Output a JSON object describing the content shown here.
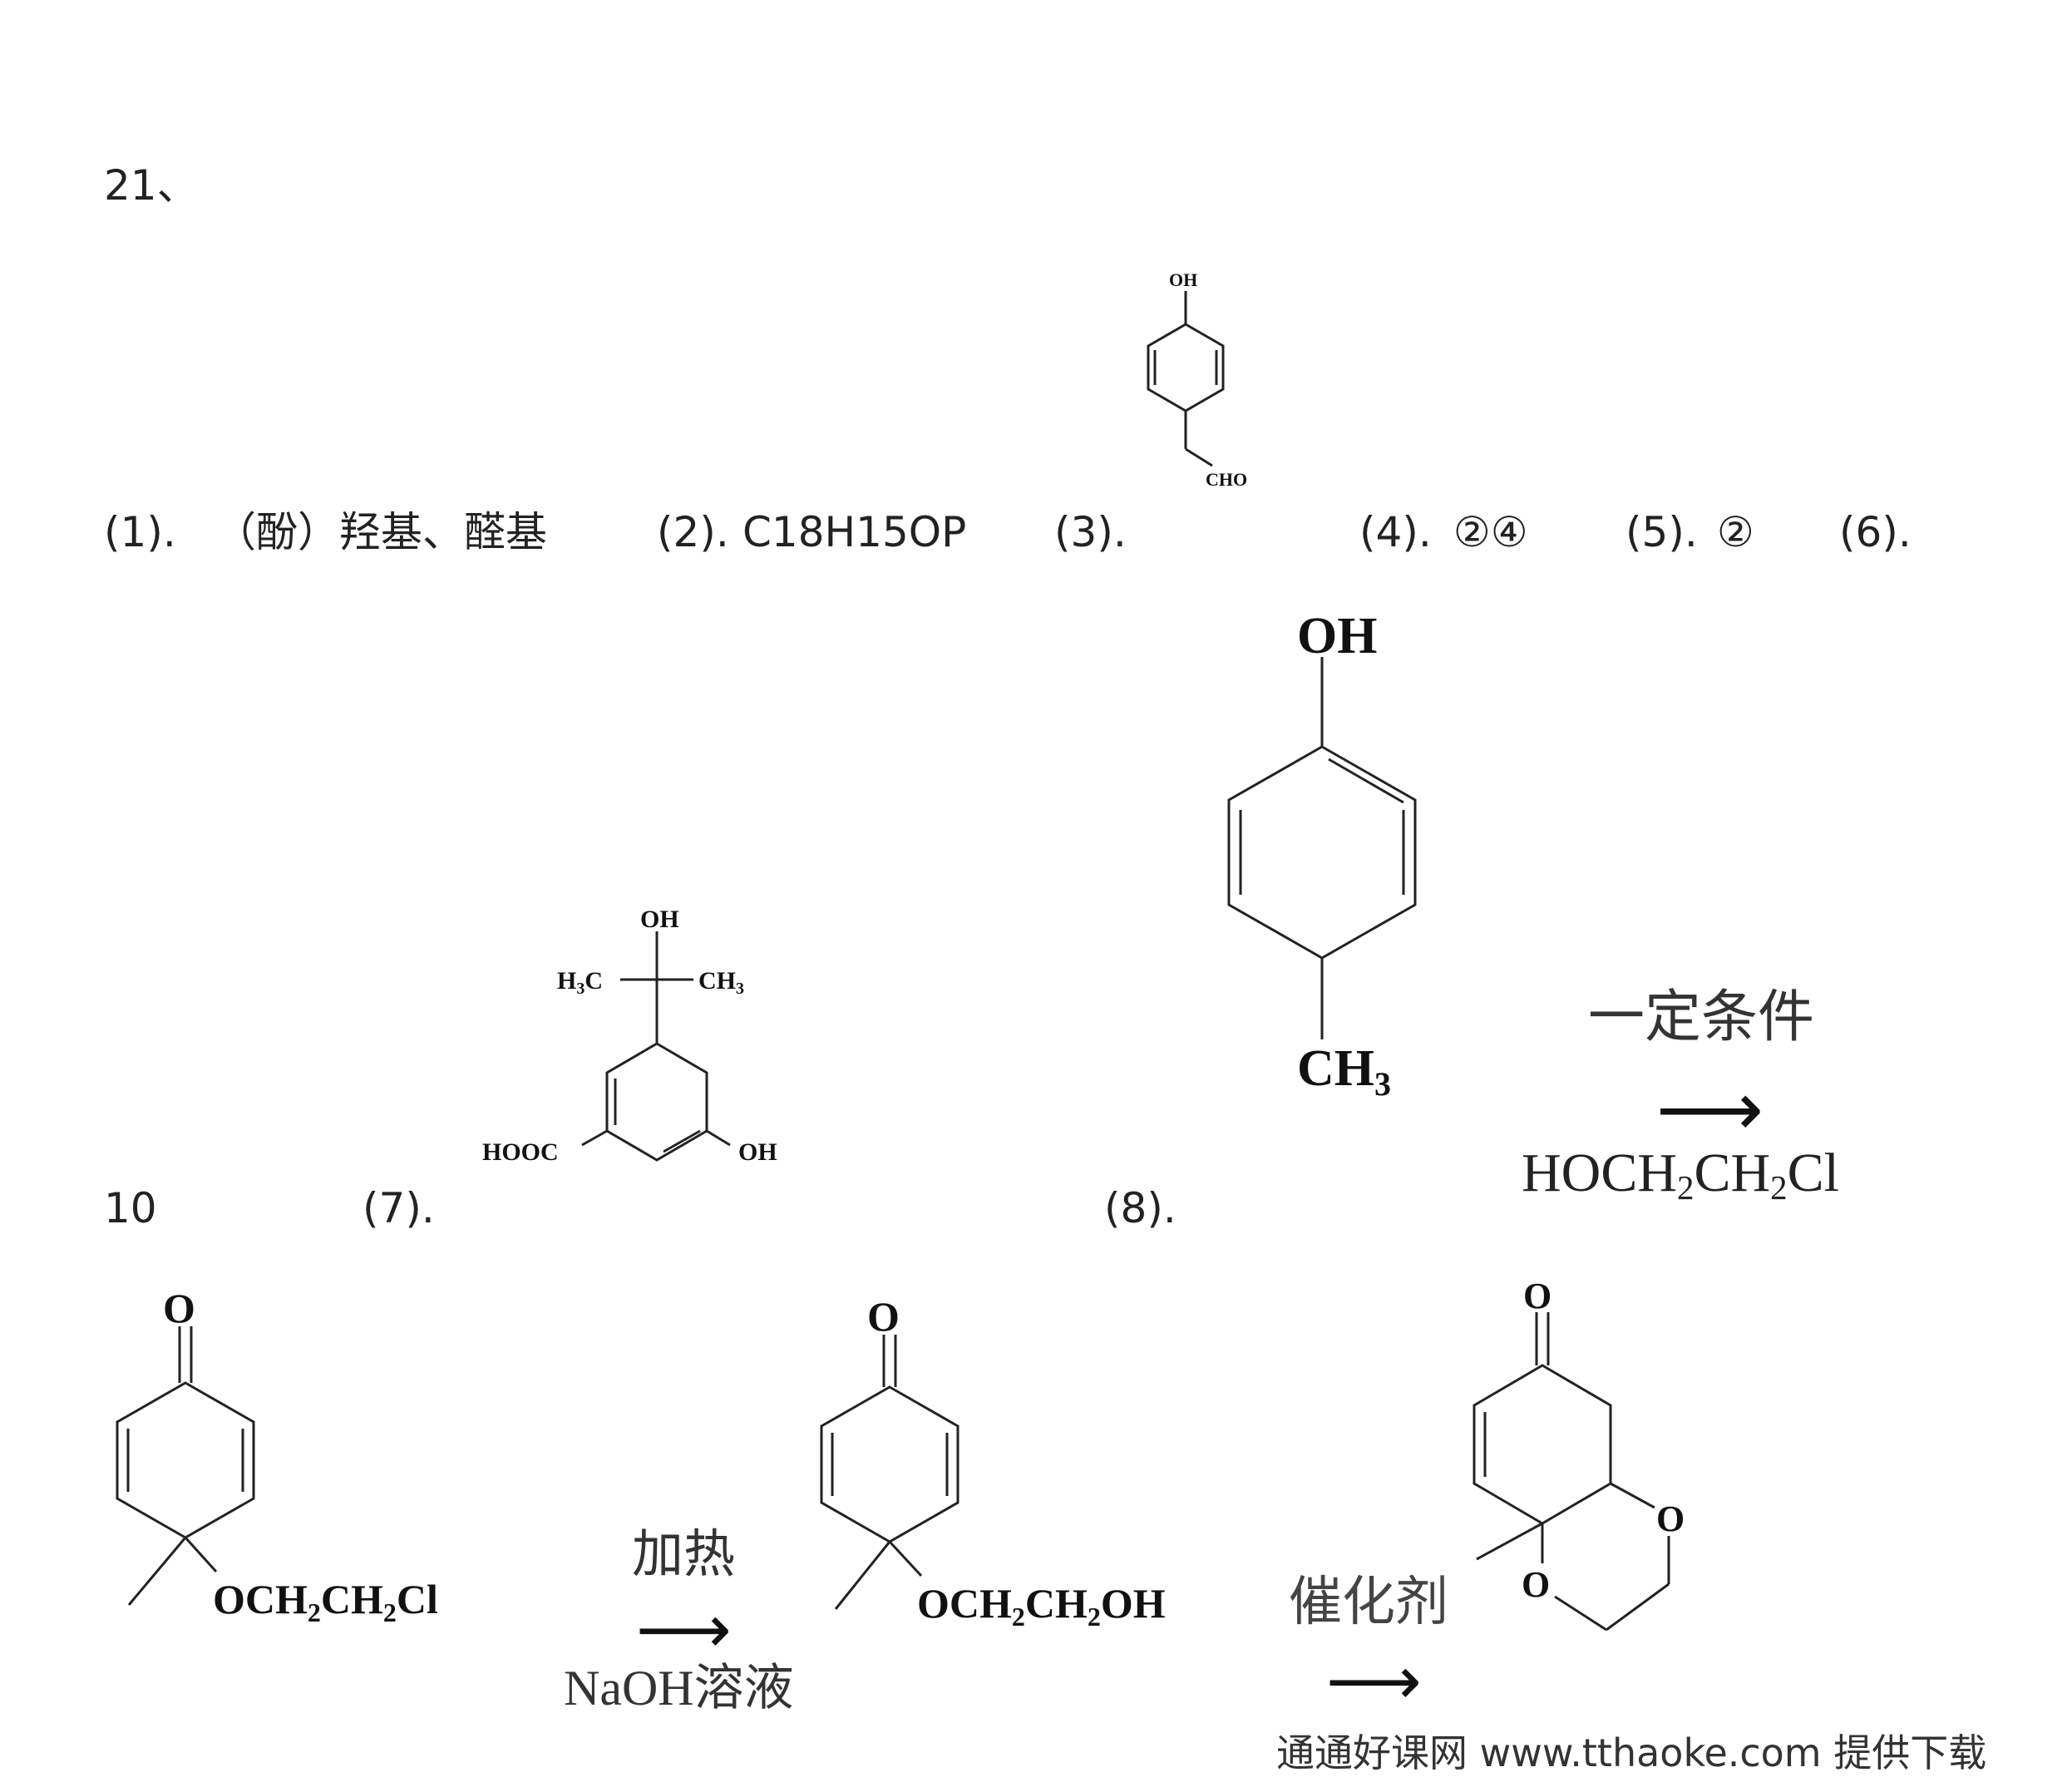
{
  "question_number": "21、",
  "answers": {
    "a1": {
      "num": "(1).",
      "text": "（酚）羟基、醛基"
    },
    "a2": {
      "num": "(2).",
      "text": "C18H15OP"
    },
    "a3": {
      "num": "(3).",
      "structure_labels": {
        "top": "OH",
        "bottom": "CHO"
      }
    },
    "a4": {
      "num": "(4).",
      "text": "②④"
    },
    "a5": {
      "num": "(5).",
      "text": "②"
    },
    "a6": {
      "num": "(6).",
      "text": "10"
    },
    "a7": {
      "num": "(7).",
      "structure_labels": {
        "top": "OH",
        "left_methyl": "H",
        "right_methyl": "CH",
        "acid": "HOOC",
        "phenol": "OH"
      }
    },
    "a8": {
      "num": "(8).",
      "reactant_labels": {
        "top": "OH",
        "bottom": "CH"
      },
      "step1": {
        "condition": "一定条件",
        "reagent_parts": [
          "HOCH",
          "CH",
          "Cl"
        ]
      },
      "intermediate1_labels": {
        "carbonyl": "O",
        "chain_parts": [
          "OCH",
          "CH",
          "Cl"
        ]
      },
      "step2": {
        "condition": "加热",
        "reagent": "NaOH溶液"
      },
      "intermediate2_labels": {
        "carbonyl": "O",
        "chain_parts": [
          "OCH",
          "CH",
          "OH"
        ]
      },
      "step3": {
        "condition": "催化剂"
      },
      "product_labels": {
        "carbonyl": "O",
        "ring_o1": "O",
        "ring_o2": "O"
      }
    }
  },
  "footer": "通通好课网 www.tthaoke.com 提供下载"
}
